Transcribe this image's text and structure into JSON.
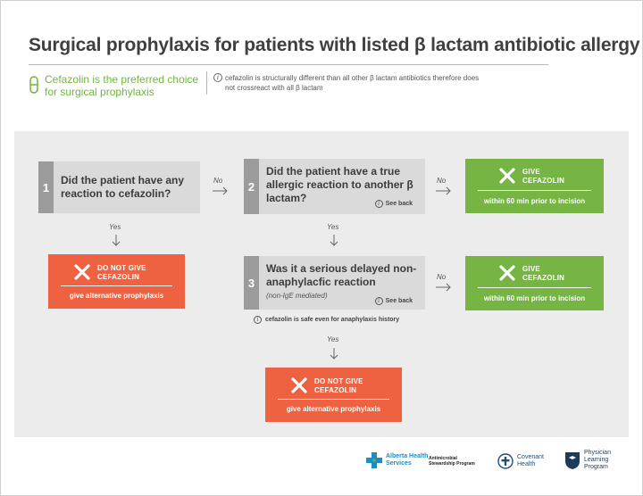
{
  "title": "Surgical prophylaxis for patients with listed β lactam antibiotic allergy",
  "preferred_note": "Cefazolin is the preferred choice for surgical prophylaxis",
  "info_note": "cefazolin is structurally different than all other β lactam antibiotics therefore does not crossreact with all β lactam",
  "info_icon_glyph": "i",
  "questions": [
    {
      "number": "1",
      "text": "Did the patient have any reaction to cefazolin?"
    },
    {
      "number": "2",
      "text": "Did the patient have a true allergic reaction to another β lactam?",
      "see_back": "See back"
    },
    {
      "number": "3",
      "text": "Was it a serious delayed non-anaphylacfic reaction",
      "subtext": "(non-IgE mediated)",
      "see_back": "See back"
    }
  ],
  "connectors": {
    "no": "No",
    "yes": "Yes"
  },
  "outcomes": {
    "do_not_give": {
      "label_line1": "DO NOT GIVE",
      "label_line2": "CEFAZOLIN",
      "sub": "give alternative prophylaxis",
      "color": "#ee6141"
    },
    "give": {
      "label_line1": "GIVE",
      "label_line2": "CEFAZOLIN",
      "sub": "within 60 min prior to incision",
      "color": "#76b443"
    }
  },
  "safe_note": "cefazolin is safe even for anaphylaxis history",
  "logos": {
    "ahs_line1": "Alberta Health",
    "ahs_line2": "Services",
    "asp_line1": "Antimicrobial",
    "asp_line2": "Stewardship Program",
    "covenant_line1": "Covenant",
    "covenant_line2": "Health",
    "plp_line1": "Physician",
    "plp_line2": "Learning",
    "plp_line3": "Program"
  },
  "colors": {
    "green": "#6fb53f",
    "red": "#ee6141",
    "question_bg": "#dadada",
    "number_bg": "#9b9b9b",
    "panel_bg": "#ececec"
  }
}
